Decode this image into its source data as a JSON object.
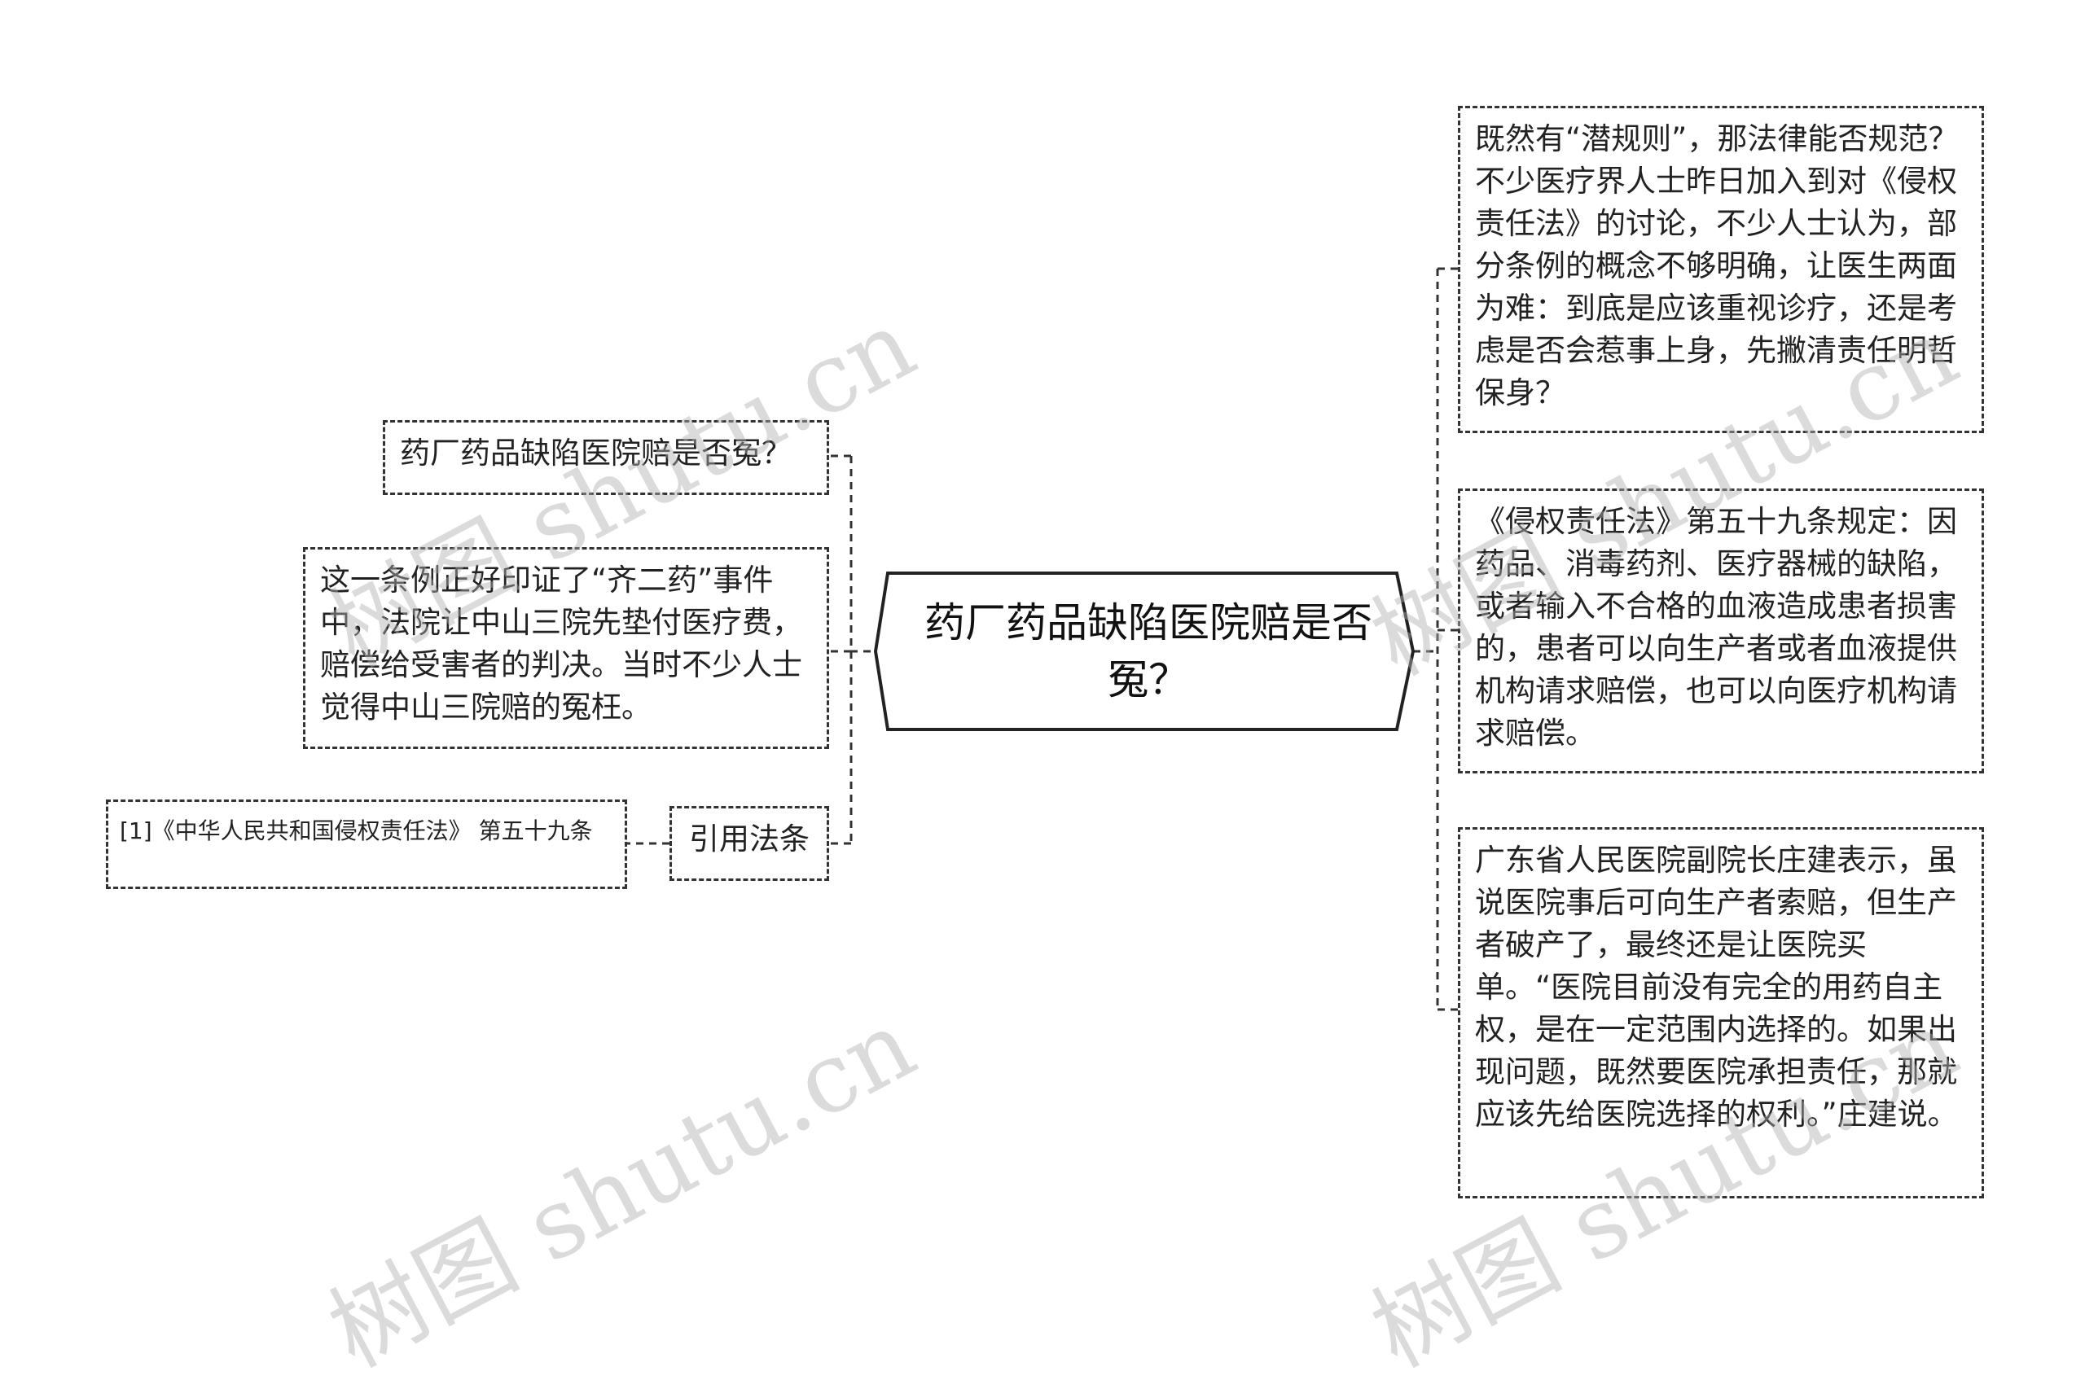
{
  "root": {
    "text": "药厂药品缺陷医院赔是否冤？"
  },
  "left_nodes": [
    {
      "id": "l1",
      "text": "药厂药品缺陷医院赔是否冤？"
    },
    {
      "id": "l2",
      "text": "这一条例正好印证了“齐二药”事件中，法院让中山三院先垫付医疗费，赔偿给受害者的判决。当时不少人士觉得中山三院赔的冤枉。"
    },
    {
      "id": "l3",
      "text": "引用法条"
    }
  ],
  "reference_node": {
    "text": "[1]《中华人民共和国侵权责任法》 第五十九条"
  },
  "right_nodes": [
    {
      "id": "r1",
      "text": "既然有“潜规则”，那法律能否规范？不少医疗界人士昨日加入到对《侵权责任法》的讨论，不少人士认为，部分条例的概念不够明确，让医生两面为难：到底是应该重视诊疗，还是考虑是否会惹事上身，先撇清责任明哲保身？"
    },
    {
      "id": "r2",
      "text": "《侵权责任法》第五十九条规定：因药品、消毒药剂、医疗器械的缺陷，或者输入不合格的血液造成患者损害的，患者可以向生产者或者血液提供机构请求赔偿，也可以向医疗机构请求赔偿。"
    },
    {
      "id": "r3",
      "text": "广东省人民医院副院长庄建表示，虽说医院事后可向生产者索赔，但生产者破产了，最终还是让医院买单。“医院目前没有完全的用药自主权，是在一定范围内选择的。如果出现问题，既然要医院承担责任，那就应该先给医院选择的权利。”庄建说。"
    }
  ],
  "watermarks": [
    "树图 shutu.cn",
    "树图 shutu.cn",
    "树图 shutu.cn",
    "树图 shutu.cn"
  ],
  "colors": {
    "line": "#333333",
    "border": "#333333",
    "watermark": "#b0b0b0"
  }
}
